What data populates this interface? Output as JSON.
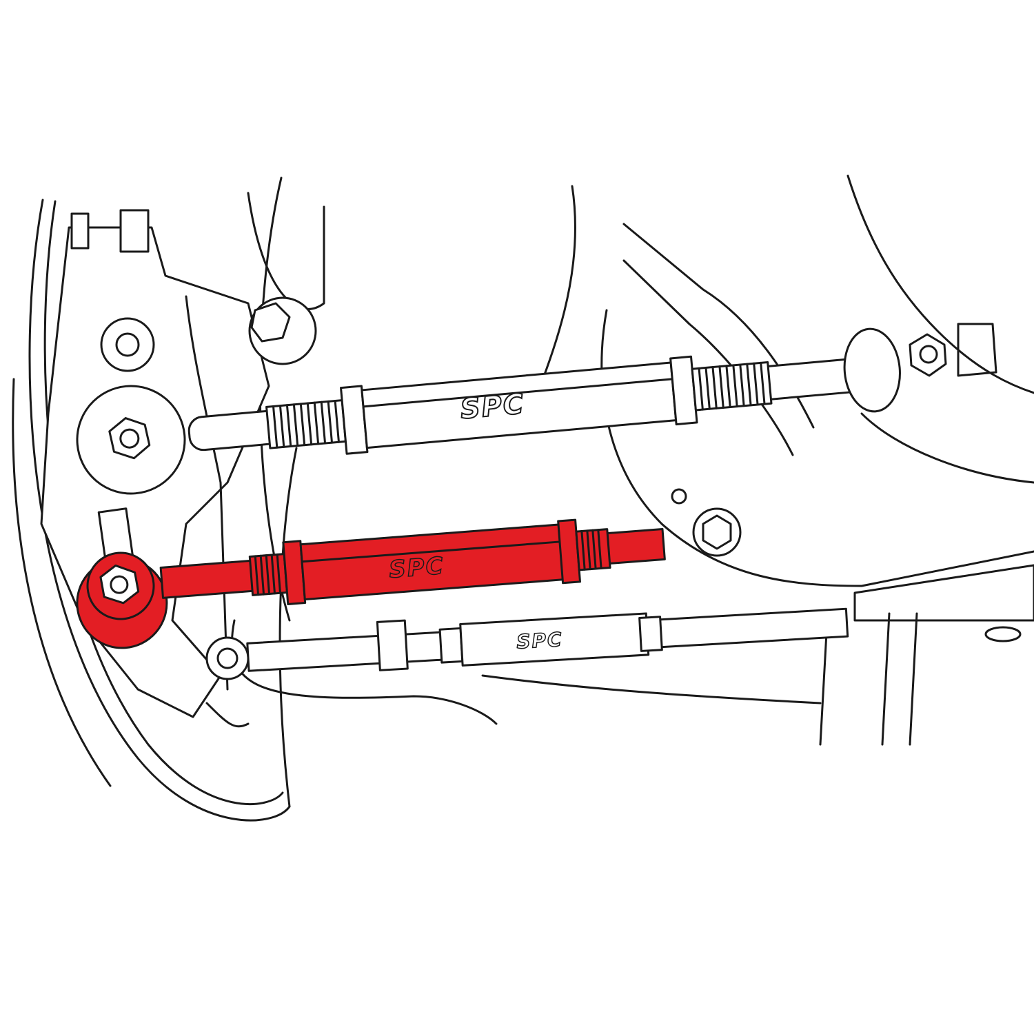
{
  "diagram": {
    "highlight_color": "#e31e24",
    "line_color": "#1a1a1a",
    "background_color": "#ffffff",
    "parts": [
      {
        "id": "upper-arm",
        "logo": "SPC",
        "highlighted": false
      },
      {
        "id": "lower-camber-arm",
        "logo": "SPC",
        "highlighted": true
      },
      {
        "id": "toe-arm",
        "logo": "SPC",
        "highlighted": false
      }
    ]
  }
}
